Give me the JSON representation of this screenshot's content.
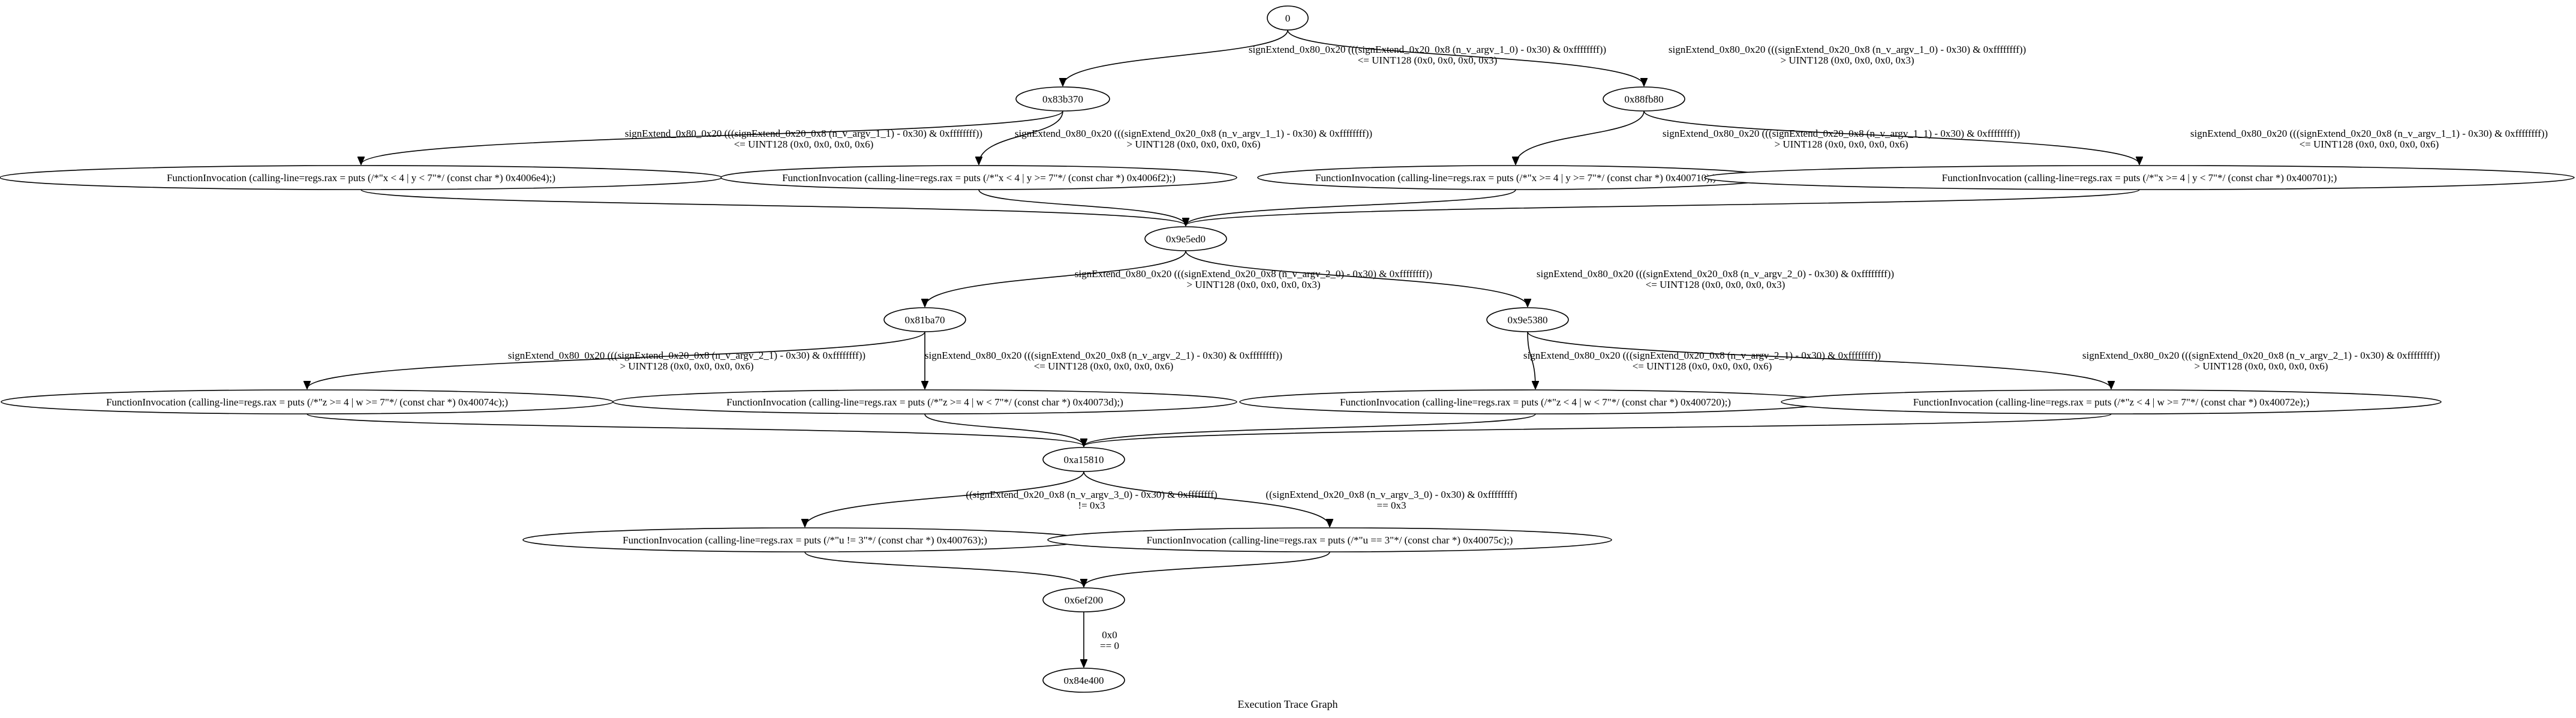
{
  "graph": {
    "title": "Execution Trace Graph",
    "nodes": [
      {
        "id": "n0",
        "label": "0"
      },
      {
        "id": "n1",
        "label": "0x83b370"
      },
      {
        "id": "n2",
        "label": "0x88fb80"
      },
      {
        "id": "n3",
        "label": "FunctionInvocation (calling-line=regs.rax = puts (/*\"x < 4 | y < 7\"*/ (const char *) 0x4006e4);)"
      },
      {
        "id": "n4",
        "label": "FunctionInvocation (calling-line=regs.rax = puts (/*\"x < 4 | y >= 7\"*/ (const char *) 0x4006f2);)"
      },
      {
        "id": "n5",
        "label": "FunctionInvocation (calling-line=regs.rax = puts (/*\"x >= 4 | y >= 7\"*/ (const char *) 0x400710);)"
      },
      {
        "id": "n6",
        "label": "FunctionInvocation (calling-line=regs.rax = puts (/*\"x >= 4 | y < 7\"*/ (const char *) 0x400701);)"
      },
      {
        "id": "n7",
        "label": "0x9e5ed0"
      },
      {
        "id": "n8",
        "label": "0x81ba70"
      },
      {
        "id": "n9",
        "label": "0x9e5380"
      },
      {
        "id": "n10",
        "label": "FunctionInvocation (calling-line=regs.rax = puts (/*\"z >= 4 | w >= 7\"*/ (const char *) 0x40074c);)"
      },
      {
        "id": "n11",
        "label": "FunctionInvocation (calling-line=regs.rax = puts (/*\"z >= 4 | w < 7\"*/ (const char *) 0x40073d);)"
      },
      {
        "id": "n12",
        "label": "FunctionInvocation (calling-line=regs.rax = puts (/*\"z < 4 | w < 7\"*/ (const char *) 0x400720);)"
      },
      {
        "id": "n13",
        "label": "FunctionInvocation (calling-line=regs.rax = puts (/*\"z < 4 | w >= 7\"*/ (const char *) 0x40072e);)"
      },
      {
        "id": "n14",
        "label": "0xa15810"
      },
      {
        "id": "n15",
        "label": "FunctionInvocation (calling-line=regs.rax = puts (/*\"u != 3\"*/ (const char *) 0x400763);)"
      },
      {
        "id": "n16",
        "label": "FunctionInvocation (calling-line=regs.rax = puts (/*\"u == 3\"*/ (const char *) 0x40075c);)"
      },
      {
        "id": "n17",
        "label": "0x6ef200"
      },
      {
        "id": "n18",
        "label": "0x84e400"
      }
    ],
    "edges": [
      {
        "from": "n0",
        "to": "n1",
        "label": [
          "signExtend_0x80_0x20 (((signExtend_0x20_0x8 (n_v_argv_1_0) - 0x30) & 0xffffffff))",
          "<= UINT128 (0x0, 0x0, 0x0, 0x3)"
        ]
      },
      {
        "from": "n0",
        "to": "n2",
        "label": [
          "signExtend_0x80_0x20 (((signExtend_0x20_0x8 (n_v_argv_1_0) - 0x30) & 0xffffffff))",
          "> UINT128 (0x0, 0x0, 0x0, 0x3)"
        ]
      },
      {
        "from": "n1",
        "to": "n3",
        "label": [
          "signExtend_0x80_0x20 (((signExtend_0x20_0x8 (n_v_argv_1_1) - 0x30) & 0xffffffff))",
          "<= UINT128 (0x0, 0x0, 0x0, 0x6)"
        ]
      },
      {
        "from": "n1",
        "to": "n4",
        "label": [
          "signExtend_0x80_0x20 (((signExtend_0x20_0x8 (n_v_argv_1_1) - 0x30) & 0xffffffff))",
          "> UINT128 (0x0, 0x0, 0x0, 0x6)"
        ]
      },
      {
        "from": "n2",
        "to": "n5",
        "label": [
          "signExtend_0x80_0x20 (((signExtend_0x20_0x8 (n_v_argv_1_1) - 0x30) & 0xffffffff))",
          "> UINT128 (0x0, 0x0, 0x0, 0x6)"
        ]
      },
      {
        "from": "n2",
        "to": "n6",
        "label": [
          "signExtend_0x80_0x20 (((signExtend_0x20_0x8 (n_v_argv_1_1) - 0x30) & 0xffffffff))",
          "<= UINT128 (0x0, 0x0, 0x0, 0x6)"
        ]
      },
      {
        "from": "n3",
        "to": "n7",
        "label": []
      },
      {
        "from": "n4",
        "to": "n7",
        "label": []
      },
      {
        "from": "n5",
        "to": "n7",
        "label": []
      },
      {
        "from": "n6",
        "to": "n7",
        "label": []
      },
      {
        "from": "n7",
        "to": "n8",
        "label": [
          "signExtend_0x80_0x20 (((signExtend_0x20_0x8 (n_v_argv_2_0) - 0x30) & 0xffffffff))",
          "> UINT128 (0x0, 0x0, 0x0, 0x3)"
        ]
      },
      {
        "from": "n7",
        "to": "n9",
        "label": [
          "signExtend_0x80_0x20 (((signExtend_0x20_0x8 (n_v_argv_2_0) - 0x30) & 0xffffffff))",
          "<= UINT128 (0x0, 0x0, 0x0, 0x3)"
        ]
      },
      {
        "from": "n8",
        "to": "n10",
        "label": [
          "signExtend_0x80_0x20 (((signExtend_0x20_0x8 (n_v_argv_2_1) - 0x30) & 0xffffffff))",
          "> UINT128 (0x0, 0x0, 0x0, 0x6)"
        ]
      },
      {
        "from": "n8",
        "to": "n11",
        "label": [
          "signExtend_0x80_0x20 (((signExtend_0x20_0x8 (n_v_argv_2_1) - 0x30) & 0xffffffff))",
          "<= UINT128 (0x0, 0x0, 0x0, 0x6)"
        ]
      },
      {
        "from": "n9",
        "to": "n12",
        "label": [
          "signExtend_0x80_0x20 (((signExtend_0x20_0x8 (n_v_argv_2_1) - 0x30) & 0xffffffff))",
          "<= UINT128 (0x0, 0x0, 0x0, 0x6)"
        ]
      },
      {
        "from": "n9",
        "to": "n13",
        "label": [
          "signExtend_0x80_0x20 (((signExtend_0x20_0x8 (n_v_argv_2_1) - 0x30) & 0xffffffff))",
          "> UINT128 (0x0, 0x0, 0x0, 0x6)"
        ]
      },
      {
        "from": "n10",
        "to": "n14",
        "label": []
      },
      {
        "from": "n11",
        "to": "n14",
        "label": []
      },
      {
        "from": "n12",
        "to": "n14",
        "label": []
      },
      {
        "from": "n13",
        "to": "n14",
        "label": []
      },
      {
        "from": "n14",
        "to": "n15",
        "label": [
          "((signExtend_0x20_0x8 (n_v_argv_3_0) - 0x30) & 0xffffffff)",
          "!= 0x3"
        ]
      },
      {
        "from": "n14",
        "to": "n16",
        "label": [
          "((signExtend_0x20_0x8 (n_v_argv_3_0) - 0x30) & 0xffffffff)",
          "== 0x3"
        ]
      },
      {
        "from": "n15",
        "to": "n17",
        "label": []
      },
      {
        "from": "n16",
        "to": "n17",
        "label": []
      },
      {
        "from": "n17",
        "to": "n18",
        "label": [
          "0x0",
          "== 0"
        ]
      }
    ]
  }
}
